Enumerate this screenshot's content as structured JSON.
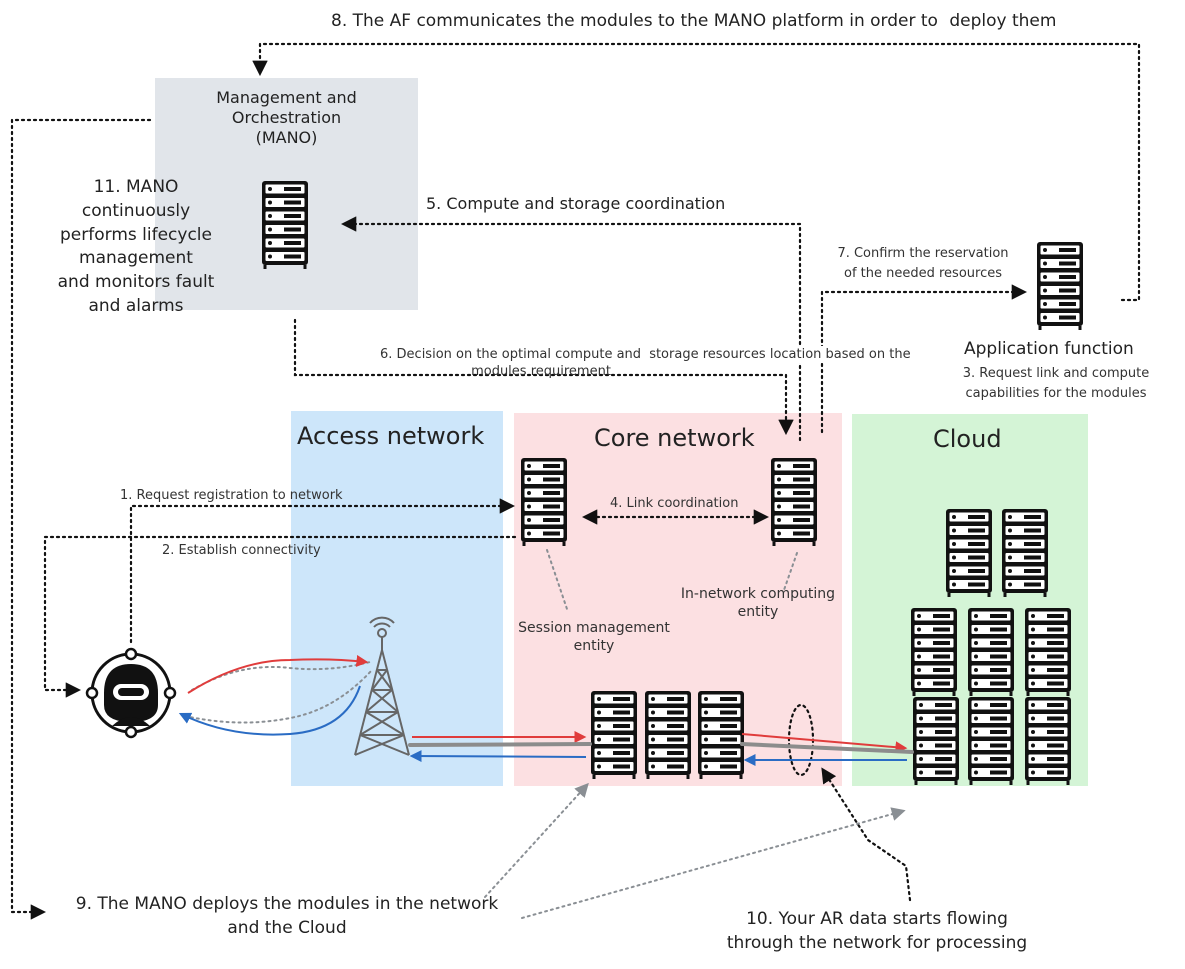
{
  "zones": {
    "mano": "Management and Orchestration (MANO)",
    "access": "Access network",
    "core": "Core network",
    "cloud": "Cloud"
  },
  "mano_lines": [
    "Management and",
    "Orchestration",
    "(MANO)"
  ],
  "entities": {
    "af": "Application function",
    "session": [
      "Session management",
      "entity"
    ],
    "innet": [
      "In-network computing",
      "entity"
    ]
  },
  "steps": {
    "s1": "1. Request registration to network",
    "s2": "2. Establish connectivity",
    "s3": [
      "3. Request link and compute",
      "capabilities for the modules"
    ],
    "s4": "4. Link coordination",
    "s5": "5. Compute and storage coordination",
    "s6": [
      "6. Decision on the optimal compute and",
      "storage resources location based on the",
      "modules requirement"
    ],
    "s7": [
      "7. Confirm the reservation",
      "of the needed resources"
    ],
    "s8": [
      "8. The AF communicates the modules to the MANO platform in order to",
      "deploy them"
    ],
    "s9": [
      "9. The MANO deploys the modules in the network",
      "and the Cloud"
    ],
    "s10": [
      "10. Your AR data starts flowing",
      "through the network for processing"
    ],
    "s11": [
      "11. MANO",
      "continuously",
      "performs lifecycle",
      "management",
      "and monitors fault",
      "and alarms"
    ]
  },
  "colors": {
    "mano_bg": "#e1e5ea",
    "access_bg": "#cde6fa",
    "core_bg": "#fce0e2",
    "cloud_bg": "#d4f4d6",
    "uplink": "#e03c3c",
    "downlink": "#2a6cc4",
    "dotted": "#222222",
    "gray_dotted": "#8a8f94"
  },
  "icons": [
    "server-rack-icon",
    "cell-tower-icon",
    "ar-headset-user-icon"
  ]
}
